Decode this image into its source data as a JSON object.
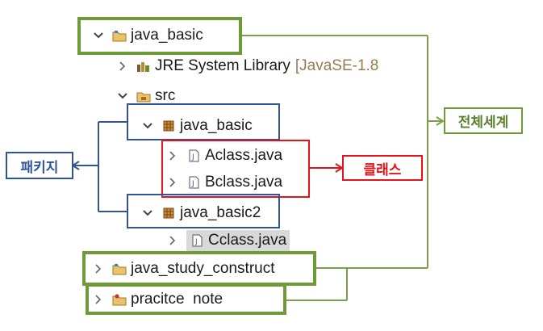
{
  "tree": {
    "project_java_basic": "java_basic",
    "jre_library": "JRE System Library",
    "jre_version": "[JavaSE-1.8",
    "src": "src",
    "package_java_basic": "java_basic",
    "aclass": "Aclass.java",
    "bclass": "Bclass.java",
    "package_java_basic2": "java_basic2",
    "cclass": "Cclass.java",
    "project_java_study_construct": "java_study_construct",
    "project_pracitce_note": "pracitce  note"
  },
  "annotations": {
    "whole_world": "전체세계",
    "package": "패키지",
    "class": "클래스"
  },
  "colors": {
    "green": "#6f9a3a",
    "blue": "#2f5597",
    "red": "#e8121b",
    "selection": "#d9d9d9"
  },
  "icons": {
    "expanded": "chevron-down-icon",
    "collapsed": "chevron-right-icon",
    "project": "project-folder-icon",
    "library": "library-icon",
    "source_folder": "source-folder-icon",
    "package": "package-icon",
    "java_file": "java-file-icon"
  }
}
